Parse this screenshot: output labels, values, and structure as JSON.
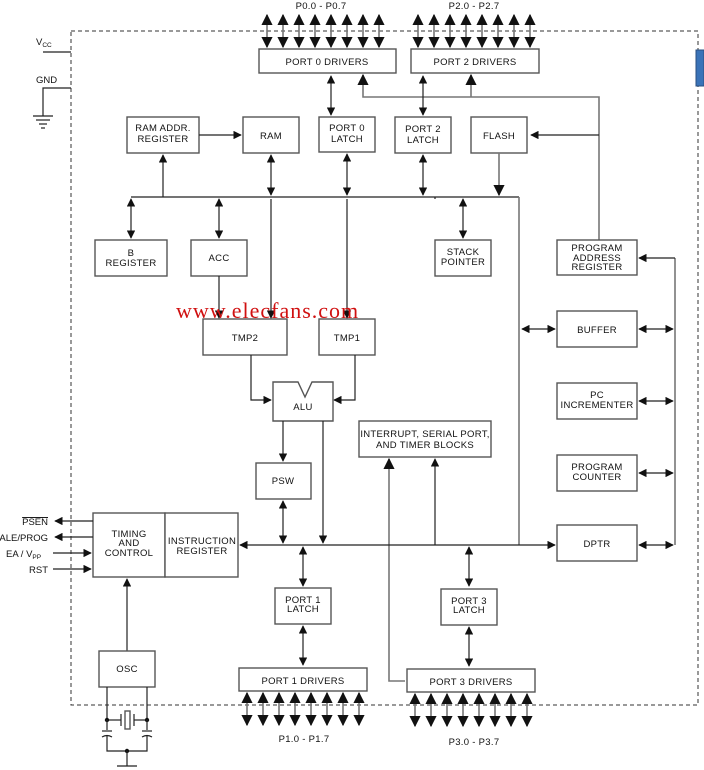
{
  "title": "8051 Microcontroller Block Diagram",
  "watermark": "www.elecfans.com",
  "power": {
    "vcc": "V",
    "vcc_sub": "CC",
    "gnd": "GND"
  },
  "port_labels": {
    "p0": "P0.0  -  P0.7",
    "p2": "P2.0  -  P2.7",
    "p1": "P1.0  -  P1.7",
    "p3": "P3.0  -  P3.7"
  },
  "blocks": {
    "port0_drivers": "PORT  0  DRIVERS",
    "port2_drivers": "PORT  2  DRIVERS",
    "ram_addr_reg": [
      "RAM  ADDR.",
      "REGISTER"
    ],
    "ram": "RAM",
    "port0_latch": [
      "PORT  0",
      "LATCH"
    ],
    "port2_latch": [
      "PORT  2",
      "LATCH"
    ],
    "flash": "FLASH",
    "b_register": [
      "B",
      "REGISTER"
    ],
    "acc": "ACC",
    "stack_pointer": [
      "STACK",
      "POINTER"
    ],
    "program_address_register": [
      "PROGRAM",
      "ADDRESS",
      "REGISTER"
    ],
    "buffer": "BUFFER",
    "tmp2": "TMP2",
    "tmp1": "TMP1",
    "alu": "ALU",
    "interrupt": [
      "INTERRUPT,  SERIAL  PORT,",
      "AND  TIMER  BLOCKS"
    ],
    "pc_incrementer": [
      "PC",
      "INCREMENTER"
    ],
    "program_counter": [
      "PROGRAM",
      "COUNTER"
    ],
    "psw": "PSW",
    "timing_control": [
      "TIMING",
      "AND",
      "CONTROL"
    ],
    "instruction_register": [
      "INSTRUCTION",
      "REGISTER"
    ],
    "dptr": "DPTR",
    "port1_latch": [
      "PORT  1",
      "LATCH"
    ],
    "port3_latch": [
      "PORT  3",
      "LATCH"
    ],
    "osc": "OSC",
    "port1_drivers": "PORT  1  DRIVERS",
    "port3_drivers": "PORT  3  DRIVERS"
  },
  "control_pins": {
    "psen": "PSEN",
    "ale_prog": "ALE/PROG",
    "ea_vpp": "EA  /  V",
    "ea_vpp_sub": "PP",
    "rst": "RST"
  },
  "colors": {
    "watermark": "#d01010",
    "scroll_marker": "#3a73b8"
  }
}
